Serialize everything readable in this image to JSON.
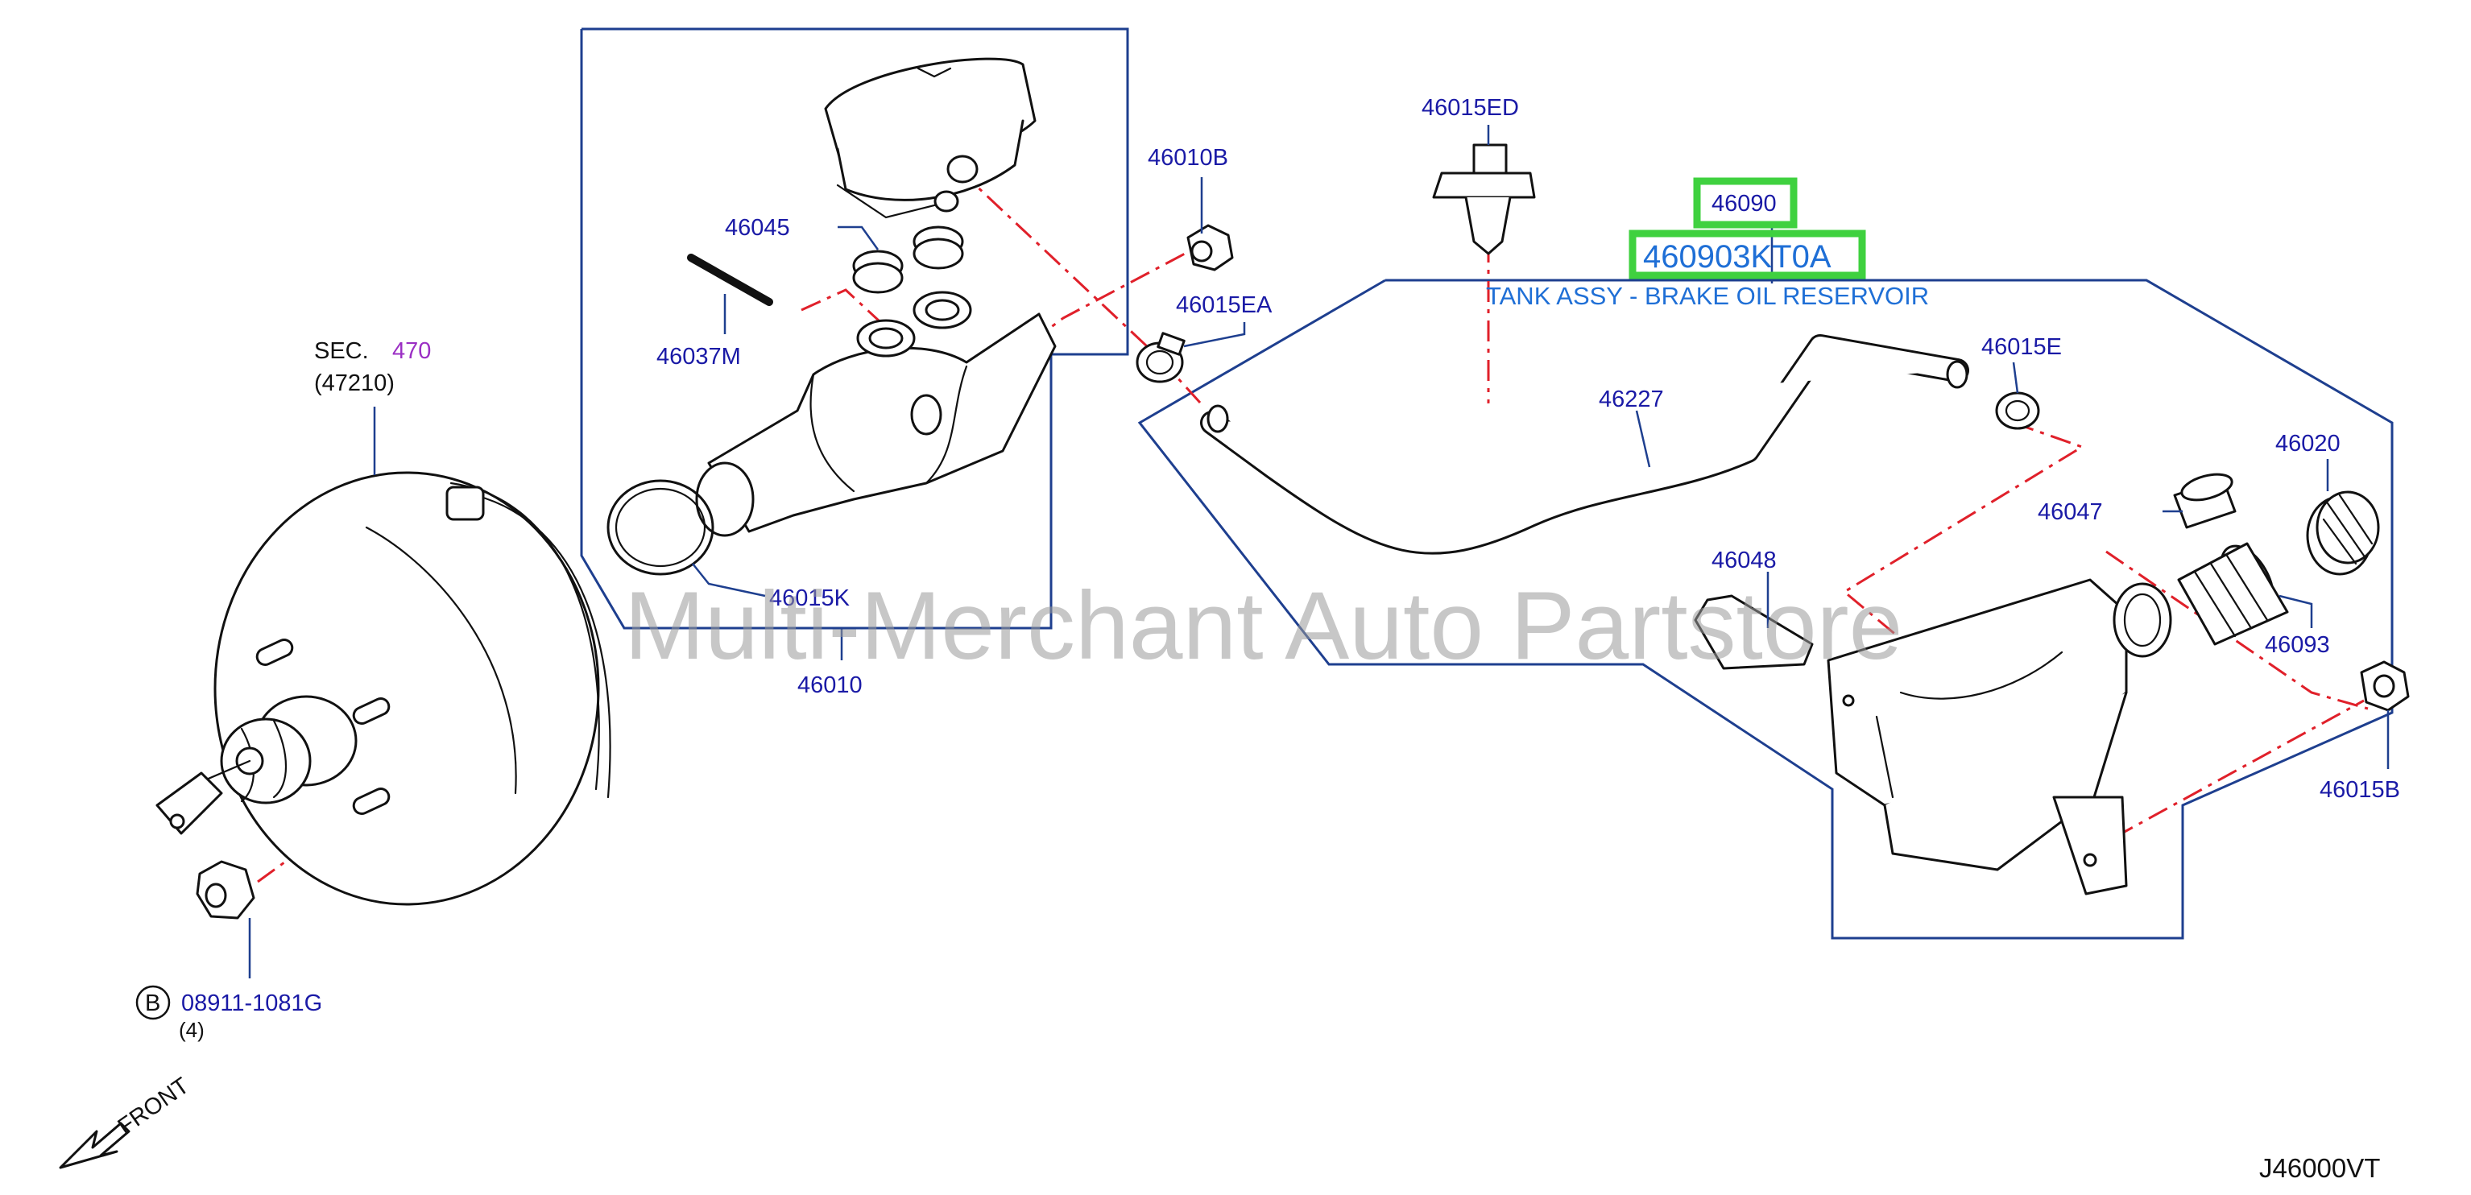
{
  "labels": {
    "sec_text": "SEC.",
    "sec_num": "470",
    "sec_sub": "(47210)",
    "p46045": "46045",
    "p46037M": "46037M",
    "p46015K": "46015K",
    "p46010": "46010",
    "p46010B": "46010B",
    "p46015EA": "46015EA",
    "p46015ED": "46015ED",
    "p46090": "46090",
    "p46227": "46227",
    "p46015E": "46015E",
    "p46020": "46020",
    "p46047": "46047",
    "p46048": "46048",
    "p46093": "46093",
    "p46015B": "46015B",
    "bolt_circle": "B",
    "bolt_part": "08911-1081G",
    "bolt_qty": "(4)",
    "front": "FRONT",
    "diagram_code": "J46000VT"
  },
  "highlight": {
    "part_number": "460903KT0A",
    "description": "TANK ASSY - BRAKE OIL RESERVOIR",
    "color": "#3fd13f"
  },
  "watermark": "Multi-Merchant Auto Partstore",
  "colors": {
    "label": "#1a1aa6",
    "frame": "#1e3f8f",
    "centerline": "#e0202a",
    "highlight_text": "#1f6fd6",
    "section_ref": "#9b2fc4"
  }
}
